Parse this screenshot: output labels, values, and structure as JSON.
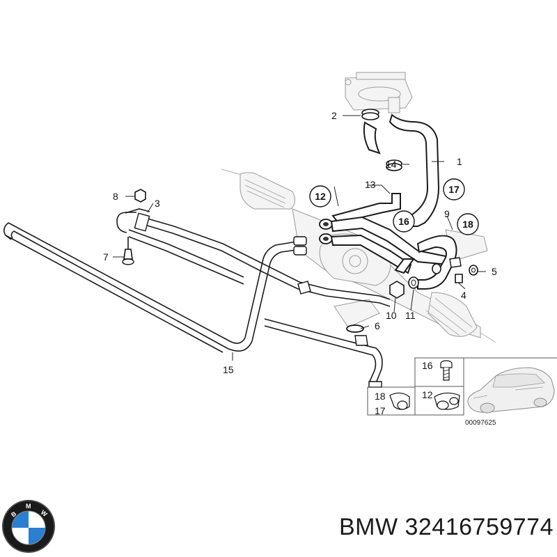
{
  "diagram": {
    "callouts": [
      {
        "id": "c1",
        "label": "1"
      },
      {
        "id": "c2",
        "label": "2"
      },
      {
        "id": "c3",
        "label": "3"
      },
      {
        "id": "c4",
        "label": "4"
      },
      {
        "id": "c5",
        "label": "5"
      },
      {
        "id": "c6",
        "label": "6"
      },
      {
        "id": "c7",
        "label": "7"
      },
      {
        "id": "c8",
        "label": "8"
      },
      {
        "id": "c9",
        "label": "9"
      },
      {
        "id": "c10",
        "label": "10"
      },
      {
        "id": "c11",
        "label": "11"
      },
      {
        "id": "c12",
        "label": "12"
      },
      {
        "id": "c13",
        "label": "13"
      },
      {
        "id": "c14",
        "label": "14"
      },
      {
        "id": "c15",
        "label": "15"
      },
      {
        "id": "c16",
        "label": "16"
      },
      {
        "id": "c17",
        "label": "17"
      },
      {
        "id": "c18",
        "label": "18"
      }
    ],
    "inset": {
      "labels": [
        "16",
        "18",
        "17",
        "12"
      ],
      "drawing_number": "00097625"
    }
  },
  "footer": {
    "brand": "BMW",
    "part_number": "32416759774",
    "text": "BMW 32416759774"
  },
  "logo": {
    "lettering": "BMW",
    "colors": {
      "blue": "#2a7fd0",
      "white": "#ffffff",
      "ring": "#111111"
    }
  }
}
